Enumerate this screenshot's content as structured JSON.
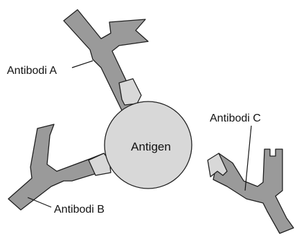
{
  "diagram": {
    "antigen_label": "Antigen",
    "antibodies": [
      {
        "id": "A",
        "label": "Antibodi A"
      },
      {
        "id": "B",
        "label": "Antibodi B"
      },
      {
        "id": "C",
        "label": "Antibodi C"
      }
    ]
  },
  "colors": {
    "antigen_fill": "#d8d8d8",
    "antibody_fill": "#9a9a9a",
    "outline": "#1e1e1e",
    "background": "#ffffff"
  }
}
